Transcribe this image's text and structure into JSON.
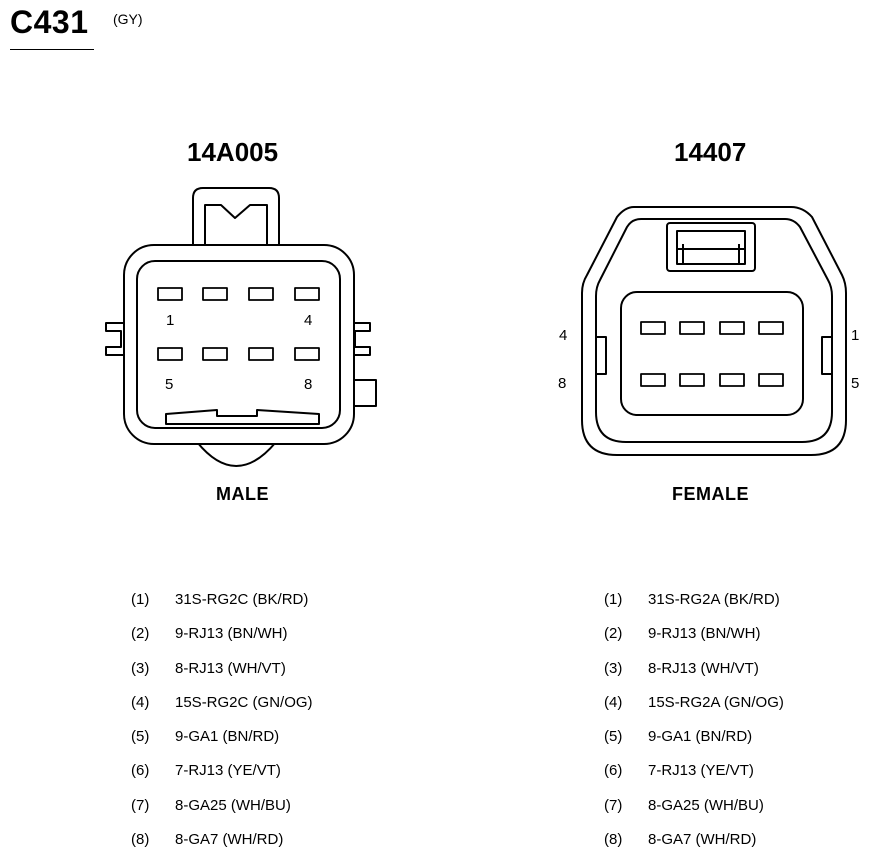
{
  "header": {
    "title": "C431",
    "color_code": "(GY)"
  },
  "connectors": [
    {
      "part_number": "14A005",
      "gender": "MALE",
      "cavity_labels": [
        "1",
        "4",
        "5",
        "8"
      ],
      "pins": [
        {
          "num": "(1)",
          "circuit": "31S-RG2C (BK/RD)"
        },
        {
          "num": "(2)",
          "circuit": "9-RJ13 (BN/WH)"
        },
        {
          "num": "(3)",
          "circuit": "8-RJ13 (WH/VT)"
        },
        {
          "num": "(4)",
          "circuit": "15S-RG2C (GN/OG)"
        },
        {
          "num": "(5)",
          "circuit": "9-GA1 (BN/RD)"
        },
        {
          "num": "(6)",
          "circuit": "7-RJ13 (YE/VT)"
        },
        {
          "num": "(7)",
          "circuit": "8-GA25 (WH/BU)"
        },
        {
          "num": "(8)",
          "circuit": "8-GA7 (WH/RD)"
        }
      ]
    },
    {
      "part_number": "14407",
      "gender": "FEMALE",
      "cavity_labels": [
        "4",
        "1",
        "8",
        "5"
      ],
      "pins": [
        {
          "num": "(1)",
          "circuit": "31S-RG2A (BK/RD)"
        },
        {
          "num": "(2)",
          "circuit": "9-RJ13 (BN/WH)"
        },
        {
          "num": "(3)",
          "circuit": "8-RJ13 (WH/VT)"
        },
        {
          "num": "(4)",
          "circuit": "15S-RG2A (GN/OG)"
        },
        {
          "num": "(5)",
          "circuit": "9-GA1 (BN/RD)"
        },
        {
          "num": "(6)",
          "circuit": "7-RJ13 (YE/VT)"
        },
        {
          "num": "(7)",
          "circuit": "8-GA25 (WH/BU)"
        },
        {
          "num": "(8)",
          "circuit": "8-GA7 (WH/RD)"
        }
      ]
    }
  ]
}
